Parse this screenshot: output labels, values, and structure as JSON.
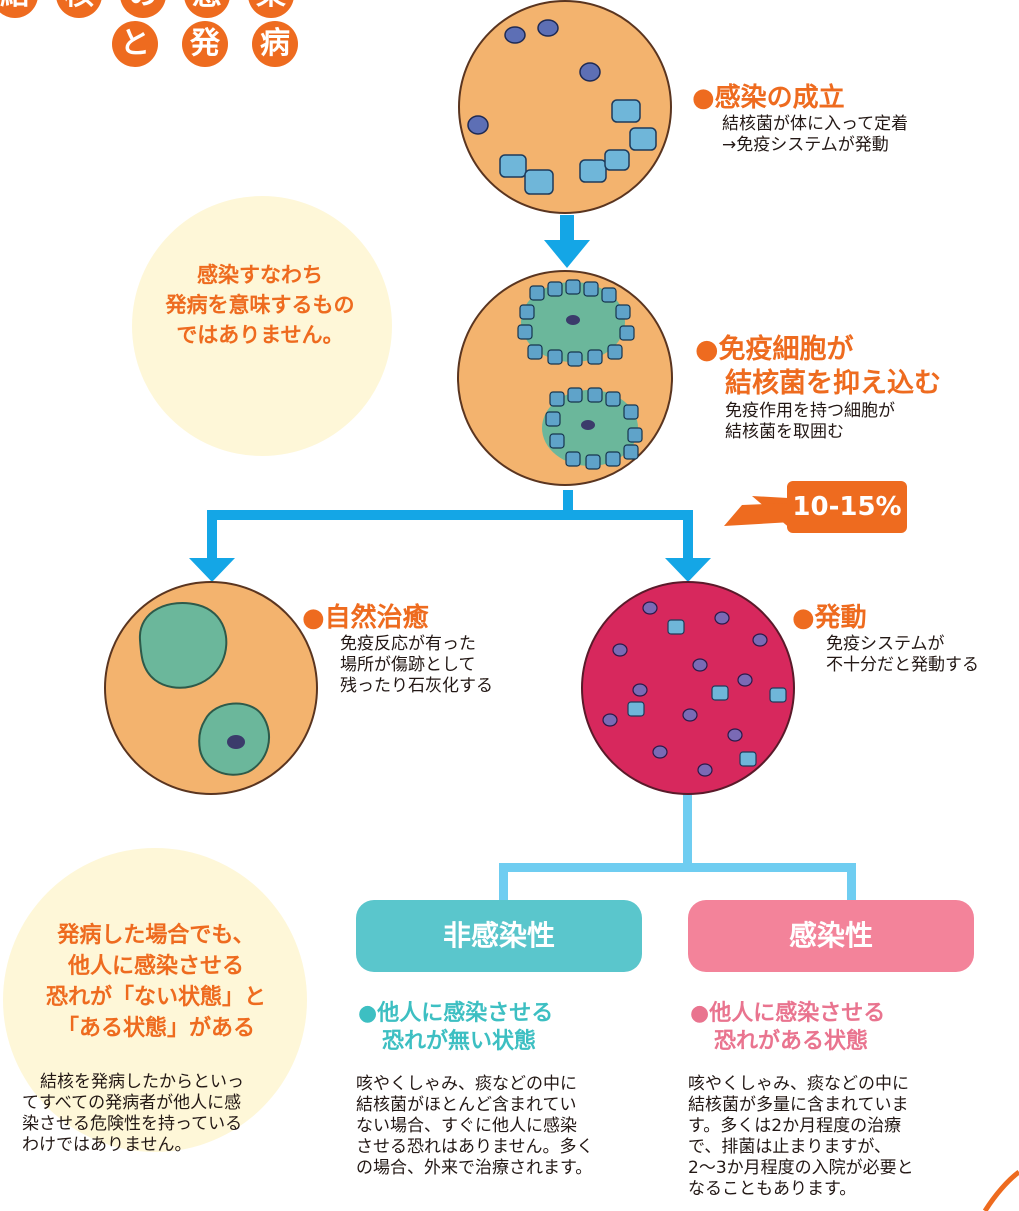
{
  "title": {
    "chars_row1": [
      "結",
      "核",
      "の",
      "感",
      "染"
    ],
    "chars_row2": [
      "と",
      "発",
      "病"
    ]
  },
  "step_infection": {
    "heading": "●感染の成立",
    "line1": "結核菌が体に入って定着",
    "line2": "→免疫システムが発動"
  },
  "bubble_top": {
    "line1": "感染すなわち",
    "line2": "発病を意味するもの",
    "line3": "ではありません。"
  },
  "step_contain": {
    "heading1": "●免疫細胞が",
    "heading2": "結核菌を抑え込む",
    "line1": "免疫作用を持つ細胞が",
    "line2": "結核菌を取囲む"
  },
  "percent_callout": "10-15%",
  "step_heal": {
    "heading": "●自然治癒",
    "line1": "免疫反応が有った",
    "line2": "場所が傷跡として",
    "line3": "残ったり石灰化する"
  },
  "step_onset": {
    "heading": "●発動",
    "line1": "免疫システムが",
    "line2": "不十分だと発動する"
  },
  "bubble_bottom": {
    "line1": "発病した場合でも、",
    "line2": "他人に感染させる",
    "line3": "恐れが「ない状態」と",
    "line4": "「ある状態」がある"
  },
  "intro_para": {
    "line1": "結核を発病したからといっ",
    "line2": "てすべての発病者が他人に感",
    "line3": "染させる危険性を持っている",
    "line4": "わけではありません。"
  },
  "noninfectious": {
    "badge": "非感染性",
    "heading1": "●他人に感染させる",
    "heading2": "恐れが無い状態",
    "line1": "咳やくしゃみ、痰などの中に",
    "line2": "結核菌がほとんど含まれてい",
    "line3": "ない場合、すぐに他人に感染",
    "line4": "させる恐れはありません。多く",
    "line5": "の場合、外来で治療されます。"
  },
  "infectious": {
    "badge": "感染性",
    "heading1": "●他人に感染させる",
    "heading2": "恐れがある状態",
    "line1": "咳やくしゃみ、痰などの中に",
    "line2": "結核菌が多量に含まれていま",
    "line3": "す。多くは2か月程度の治療",
    "line4": "で、排菌は止まりますが、",
    "line5": "2〜3か月程度の入院が必要と",
    "line6": "なることもあります。"
  },
  "colors": {
    "orange": "#ee6b1f",
    "peach": "#f3b36e",
    "cyan": "#5ac6cc",
    "pink": "#f3839a",
    "crimson": "#d7285d",
    "arrow_blue": "#14a6e6",
    "light_blue": "#6fcdf1",
    "cream": "#fef7d8"
  },
  "icons": {
    "bacteria": "bacteria-icon",
    "immune_cell": "immune-cell-icon"
  }
}
